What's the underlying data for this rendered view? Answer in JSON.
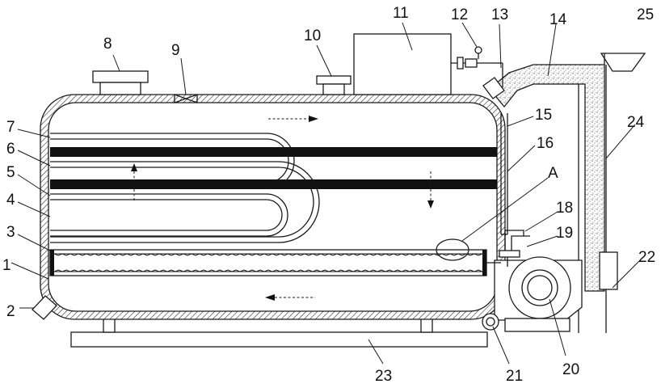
{
  "labels": {
    "l1": "1",
    "l2": "2",
    "l3": "3",
    "l4": "4",
    "l5": "5",
    "l6": "6",
    "l7": "7",
    "l8": "8",
    "l9": "9",
    "l10": "10",
    "l11": "11",
    "l12": "12",
    "l13": "13",
    "l14": "14",
    "l15": "15",
    "l16": "16",
    "lA": "A",
    "l18": "18",
    "l19": "19",
    "l20": "20",
    "l21": "21",
    "l22": "22",
    "l23": "23",
    "l24": "24",
    "l25": "25"
  },
  "colors": {
    "line": "#1a1a1a",
    "fill_pipe": "#111111",
    "background": "#ffffff"
  }
}
